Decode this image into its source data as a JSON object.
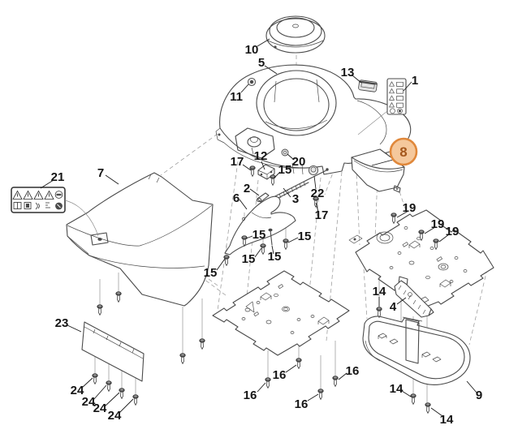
{
  "app": {
    "type": "exploded-parts-diagram",
    "background_color": "#ffffff"
  },
  "diagram": {
    "highlighted_callout": "8",
    "highlight_fill": "#f5c89c",
    "highlight_stroke": "#e0883b",
    "highlight_text_color": "#a4571c",
    "line_color": "#4a4a4a",
    "projection_line_color": "#9a9a9a",
    "callout_text_color": "#151515"
  },
  "callouts": {
    "1": "1",
    "2": "2",
    "3": "3",
    "4": "4",
    "5": "5",
    "6": "6",
    "7": "7",
    "8": "8",
    "9": "9",
    "10": "10",
    "11": "11",
    "12": "12",
    "13": "13",
    "14": "14",
    "15": "15",
    "16": "16",
    "17": "17",
    "19": "19",
    "20": "20",
    "21": "21",
    "22": "22",
    "23": "23",
    "24": "24"
  }
}
